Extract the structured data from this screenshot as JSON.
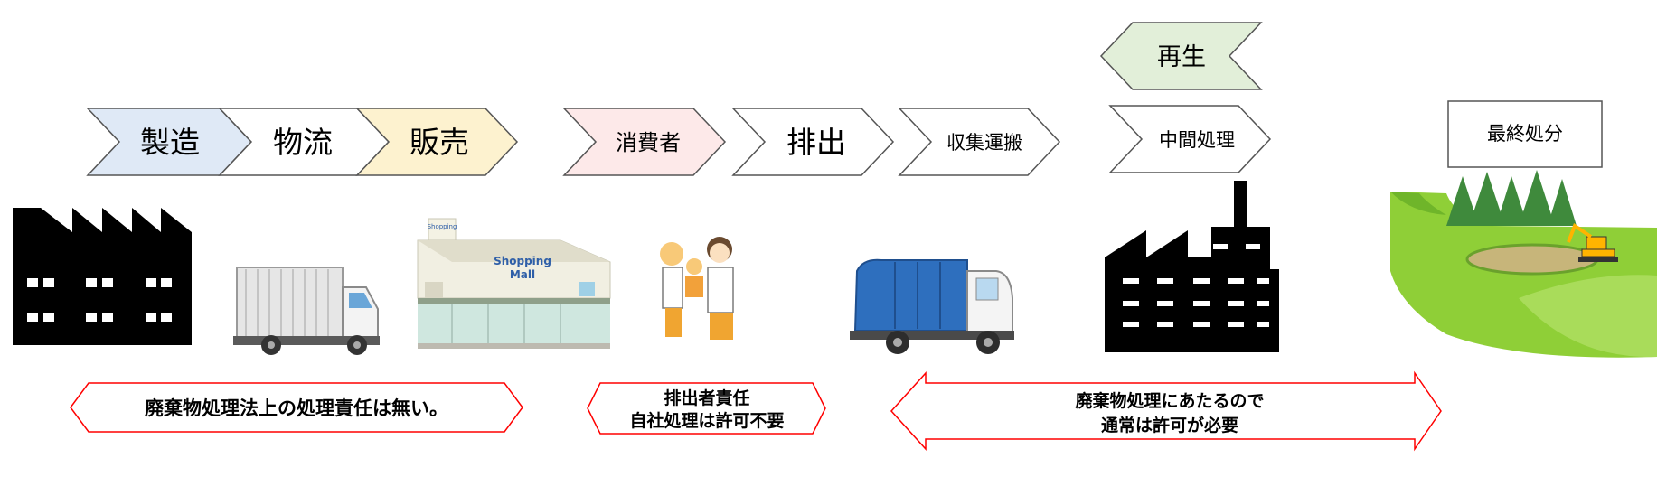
{
  "flow": {
    "manufacture": "製造",
    "logistics": "物流",
    "sales": "販売",
    "consumer": "消費者",
    "discharge": "排出",
    "collection": "収集運搬",
    "intermediate": "中間処理",
    "final": "最終処分",
    "recycle": "再生"
  },
  "notes": {
    "no_responsibility": "廃棄物処理法上の処理責任は無い。",
    "discharger_line1": "排出者責任",
    "discharger_line2": "自社処理は許可不要",
    "permit_line1": "廃棄物処理にあたるので",
    "permit_line2": "通常は許可が必要"
  },
  "illustrations": {
    "mall_sign_1": "Shopping",
    "mall_sign_2": "Mall"
  },
  "colors": {
    "manufacture_fill": "#dfe9f6",
    "sales_fill": "#fdf2cf",
    "consumer_fill": "#fde9e9",
    "recycle_fill": "#e2efd9",
    "note_border": "#ff0000"
  }
}
